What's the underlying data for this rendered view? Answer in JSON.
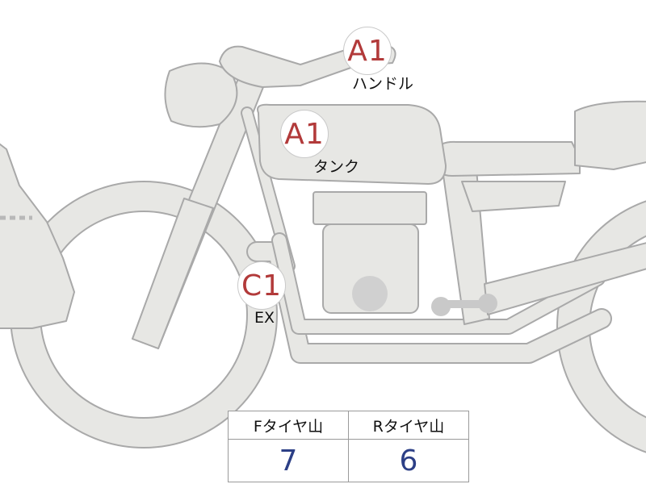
{
  "labels": {
    "handle": {
      "grade": "A1",
      "name": "ハンドル"
    },
    "tank": {
      "grade": "A1",
      "name": "タンク"
    },
    "exhaust": {
      "grade": "C1",
      "name": "EX"
    }
  },
  "tire_table": {
    "front_header": "Fタイヤ山",
    "rear_header": "Rタイヤ山",
    "front_value": "7",
    "rear_value": "6"
  },
  "colors": {
    "grade_text": "#b23a3a",
    "value_text": "#2c3f86",
    "bike_fill": "#e7e7e4",
    "bike_outline": "#a9a9a9",
    "background": "#ffffff"
  }
}
